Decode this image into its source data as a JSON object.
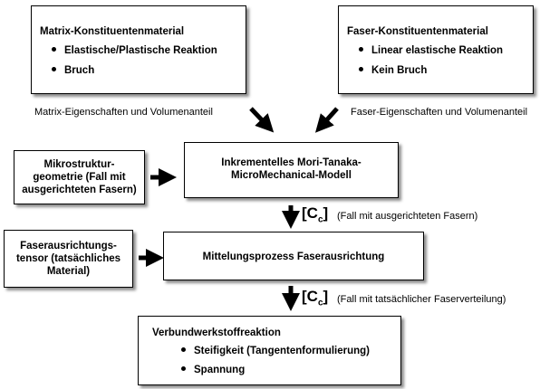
{
  "matrix": {
    "title": "Matrix-Konstituentenmaterial",
    "items": [
      "Elastische/Plastische Reaktion",
      "Bruch"
    ],
    "caption": "Matrix-Eigenschaften und Volumenanteil"
  },
  "fiber": {
    "title": "Faser-Konstituentenmaterial",
    "items": [
      "Linear elastische Reaktion",
      "Kein Bruch"
    ],
    "caption": "Faser-Eigenschaften und Volumenanteil"
  },
  "microstructure": {
    "lines": [
      "Mikrostruktur-",
      "geometrie (Fall mit",
      "ausgerichteten Fasern)"
    ]
  },
  "mori_tanaka": {
    "lines": [
      "Inkrementelles Mori-Tanaka-",
      "MicroMechanical-Modell"
    ]
  },
  "cc_label_1": {
    "bracket_open": "[",
    "base": "C",
    "sub": "c",
    "bracket_close": "]",
    "note": "(Fall mit ausgerichteten Fasern)"
  },
  "orientation_tensor": {
    "lines": [
      "Faserausrichtungs-",
      "tensor (tatsächliches",
      "Material)"
    ]
  },
  "averaging": {
    "label": "Mittelungsprozess Faserausrichtung"
  },
  "cc_label_2": {
    "bracket_open": "[",
    "base": "C",
    "sub": "c",
    "bracket_close": "]",
    "note": "(Fall mit tatsächlicher Faserverteilung)"
  },
  "composite": {
    "title": "Verbundwerkstoffreaktion",
    "items": [
      "Steifigkeit (Tangentenformulierung)",
      "Spannung"
    ]
  }
}
